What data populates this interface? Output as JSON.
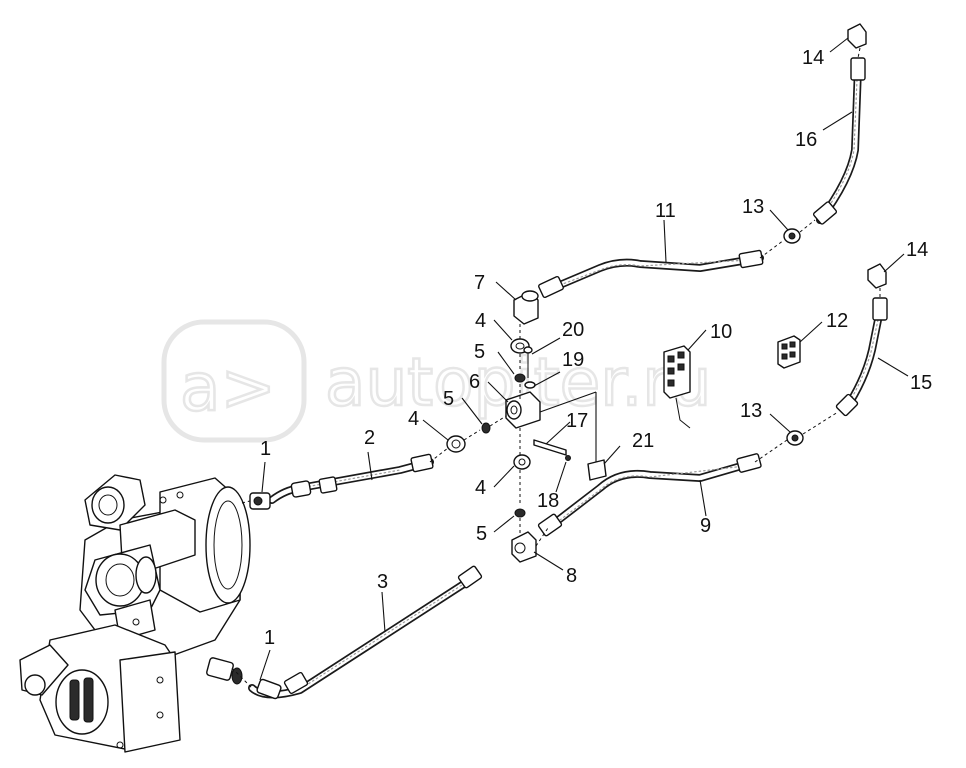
{
  "watermark": {
    "logo_text": "a>",
    "site_text": "autopiter.ru"
  },
  "callouts": [
    {
      "id": "c1a",
      "text": "1"
    },
    {
      "id": "c1b",
      "text": "1"
    },
    {
      "id": "c2",
      "text": "2"
    },
    {
      "id": "c3",
      "text": "3"
    },
    {
      "id": "c4a",
      "text": "4"
    },
    {
      "id": "c4b",
      "text": "4"
    },
    {
      "id": "c4c",
      "text": "4"
    },
    {
      "id": "c5a",
      "text": "5"
    },
    {
      "id": "c5b",
      "text": "5"
    },
    {
      "id": "c5c",
      "text": "5"
    },
    {
      "id": "c6",
      "text": "6"
    },
    {
      "id": "c7",
      "text": "7"
    },
    {
      "id": "c8",
      "text": "8"
    },
    {
      "id": "c9",
      "text": "9"
    },
    {
      "id": "c10",
      "text": "10"
    },
    {
      "id": "c11",
      "text": "11"
    },
    {
      "id": "c12",
      "text": "12"
    },
    {
      "id": "c13a",
      "text": "13"
    },
    {
      "id": "c13b",
      "text": "13"
    },
    {
      "id": "c14a",
      "text": "14"
    },
    {
      "id": "c14b",
      "text": "14"
    },
    {
      "id": "c15",
      "text": "15"
    },
    {
      "id": "c16",
      "text": "16"
    },
    {
      "id": "c17",
      "text": "17"
    },
    {
      "id": "c18",
      "text": "18"
    },
    {
      "id": "c19",
      "text": "19"
    },
    {
      "id": "c20",
      "text": "20"
    },
    {
      "id": "c21",
      "text": "21"
    }
  ]
}
